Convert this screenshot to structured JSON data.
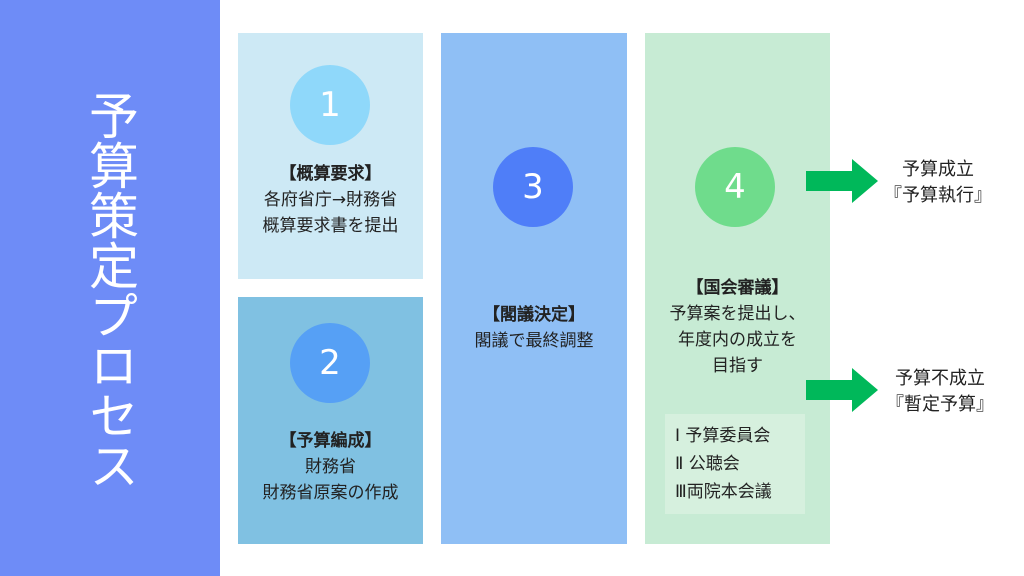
{
  "title": "予算策定プロセス",
  "steps": [
    {
      "number": "1",
      "heading": "【概算要求】",
      "lines": [
        "各府省庁→財務省",
        "概算要求書を提出"
      ]
    },
    {
      "number": "2",
      "heading": "【予算編成】",
      "lines": [
        "財務省",
        "財務省原案の作成"
      ]
    },
    {
      "number": "3",
      "heading": "【閣議決定】",
      "lines": [
        "閣議で最終調整"
      ]
    },
    {
      "number": "4",
      "heading": "【国会審議】",
      "lines": [
        "予算案を提出し、",
        "年度内の成立を",
        "目指す"
      ],
      "sub": [
        "Ⅰ 予算委員会",
        "Ⅱ 公聴会",
        "Ⅲ両院本会議"
      ]
    }
  ],
  "outcomes": [
    {
      "line1": "予算成立",
      "line2": "『予算執行』"
    },
    {
      "line1": "予算不成立",
      "line2": "『暫定予算』"
    }
  ],
  "colors": {
    "sidebar": "#6e8cf7",
    "arrow": "#00b85a"
  }
}
